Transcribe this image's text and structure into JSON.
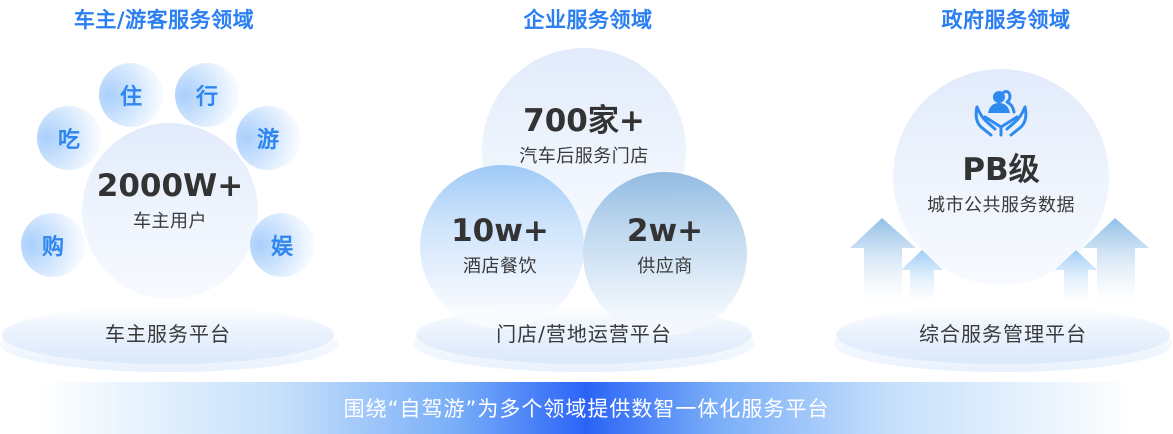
{
  "sections": [
    {
      "title": "车主/游客服务领域",
      "center_stat": {
        "value": "2000W+",
        "label": "车主用户"
      },
      "bubbles": [
        "吃",
        "住",
        "行",
        "游",
        "购",
        "娱"
      ],
      "platform": "车主服务平台"
    },
    {
      "title": "企业服务领域",
      "top_stat": {
        "value": "700家+",
        "label": "汽车后服务门店"
      },
      "left_stat": {
        "value": "10w+",
        "label": "酒店餐饮"
      },
      "right_stat": {
        "value": "2w+",
        "label": "供应商"
      },
      "platform": "门店/营地运营平台"
    },
    {
      "title": "政府服务领域",
      "icon": "hands-holding-people-icon",
      "center_stat": {
        "value": "PB级",
        "label": "城市公共服务数据"
      },
      "platform": "综合服务管理平台"
    }
  ],
  "banner": {
    "text": "围绕“自驾游”为多个领域提供数智一体化服务平台"
  },
  "colors": {
    "title_blue": "#2b7ff0",
    "bubble_text": "#2e86ee",
    "stat_text": "#333333",
    "banner_center": "#2a64f6",
    "icon_blue": "#2f8af0"
  }
}
